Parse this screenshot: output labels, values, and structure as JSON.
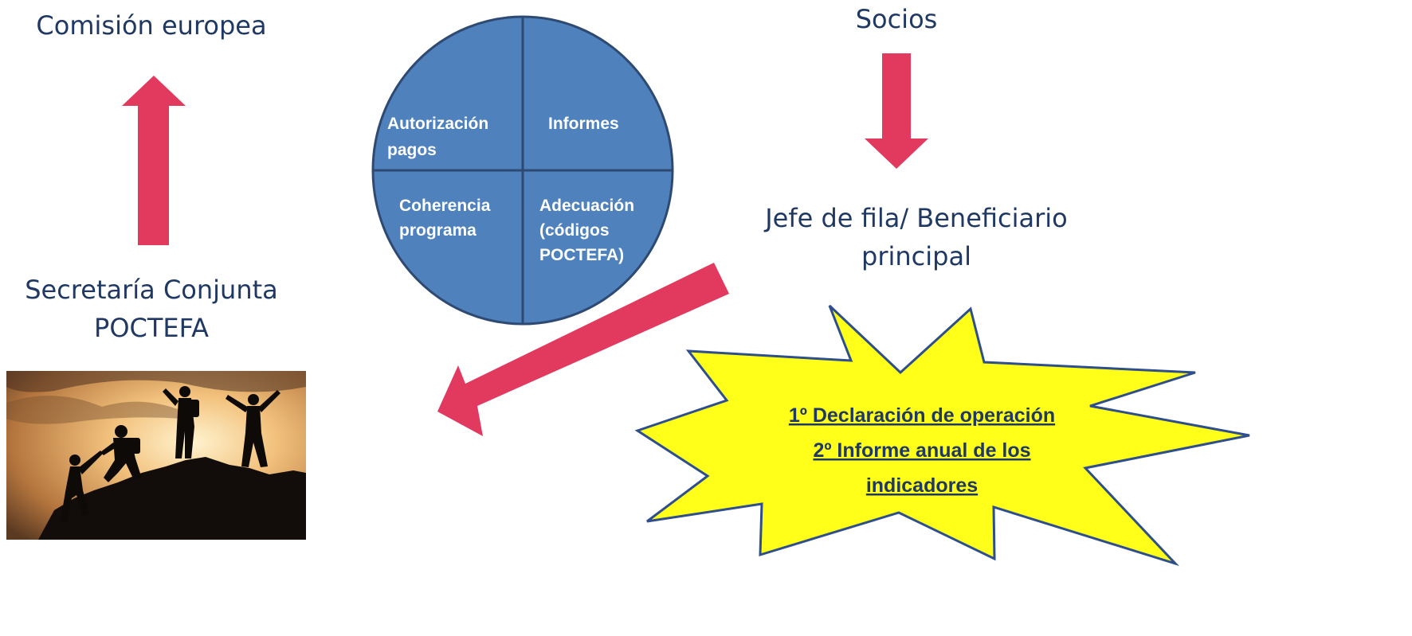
{
  "nodes": {
    "top_left": "Comisión europea",
    "bottom_left_line1": "Secretaría Conjunta",
    "bottom_left_line2": "POCTEFA",
    "top_right": "Socios",
    "middle_right_line1": "Jefe de fila/ Beneficiario",
    "middle_right_line2": "principal"
  },
  "circle": {
    "quadrants": [
      {
        "lines": [
          "Autorización",
          "pagos"
        ]
      },
      {
        "lines": [
          "Informes"
        ]
      },
      {
        "lines": [
          "Coherencia",
          "programa"
        ]
      },
      {
        "lines": [
          "Adecuación",
          "(códigos",
          "POCTEFA)"
        ]
      }
    ]
  },
  "burst": {
    "lines": [
      "1º Declaración de operación",
      "2º Informe anual de los",
      "indicadores"
    ]
  },
  "photo": {
    "icon": "climbers-silhouette-image"
  },
  "colors": {
    "text": "#1f3864",
    "arrow": "#e23a5f",
    "circle_fill": "#4f81bd",
    "circle_stroke": "#2e4a72",
    "burst_fill": "#ffff1a",
    "burst_stroke": "#2e4f8c"
  }
}
